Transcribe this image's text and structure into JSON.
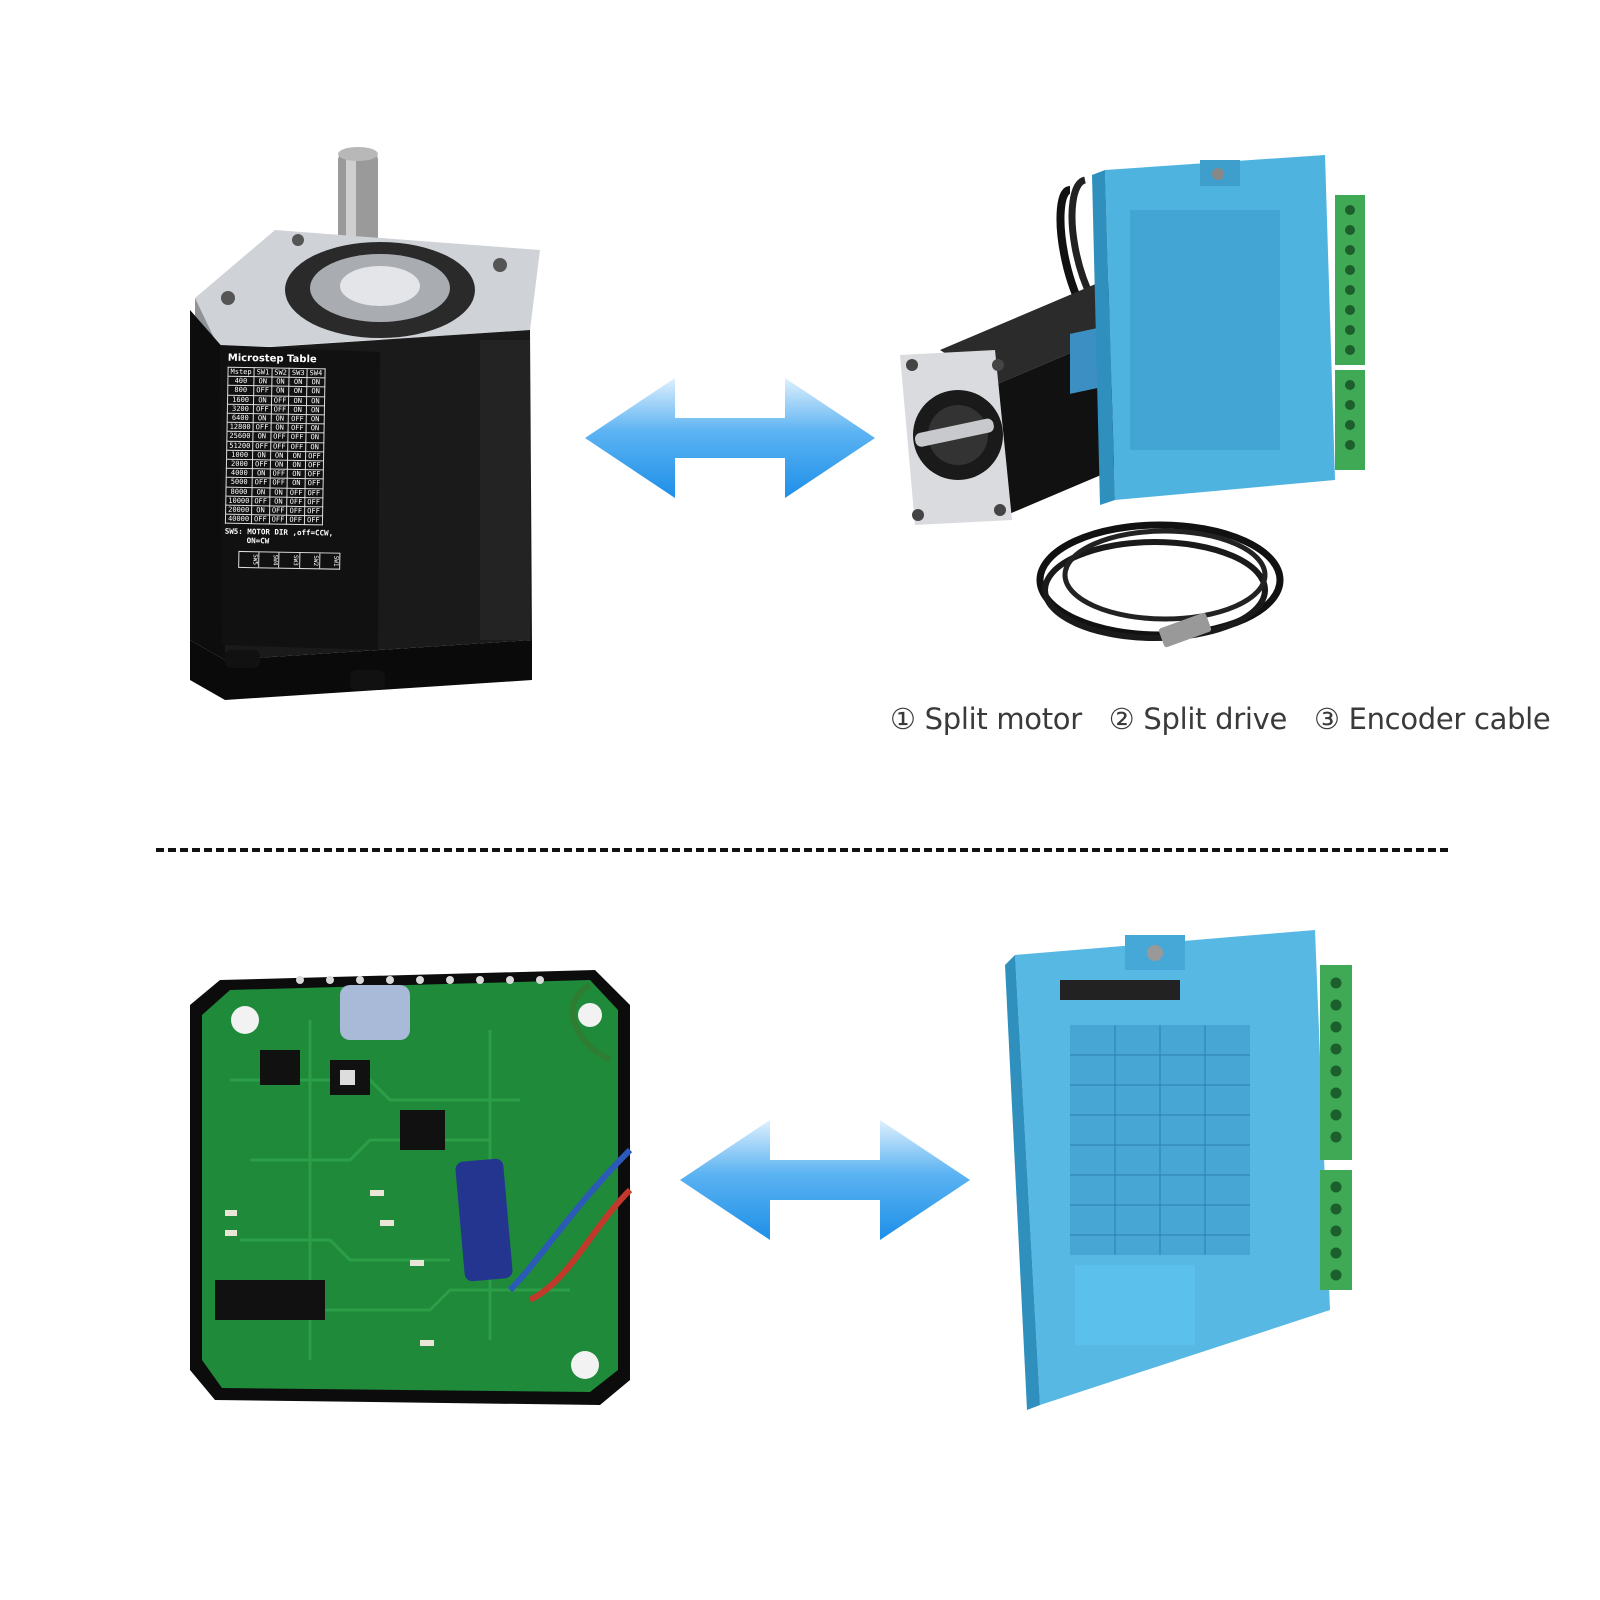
{
  "top": {
    "motor_label": {
      "title": "Microstep Table",
      "headers": [
        "Mstep",
        "SW1",
        "SW2",
        "SW3",
        "SW4"
      ],
      "rows": [
        [
          "400",
          "ON",
          "ON",
          "ON",
          "ON"
        ],
        [
          "800",
          "OFF",
          "ON",
          "ON",
          "ON"
        ],
        [
          "1600",
          "ON",
          "OFF",
          "ON",
          "ON"
        ],
        [
          "3200",
          "OFF",
          "OFF",
          "ON",
          "ON"
        ],
        [
          "6400",
          "ON",
          "ON",
          "OFF",
          "ON"
        ],
        [
          "12800",
          "OFF",
          "ON",
          "OFF",
          "ON"
        ],
        [
          "25600",
          "ON",
          "OFF",
          "OFF",
          "ON"
        ],
        [
          "51200",
          "OFF",
          "OFF",
          "OFF",
          "ON"
        ],
        [
          "1000",
          "ON",
          "ON",
          "ON",
          "OFF"
        ],
        [
          "2000",
          "OFF",
          "ON",
          "ON",
          "OFF"
        ],
        [
          "4000",
          "ON",
          "OFF",
          "ON",
          "OFF"
        ],
        [
          "5000",
          "OFF",
          "OFF",
          "ON",
          "OFF"
        ],
        [
          "8000",
          "ON",
          "ON",
          "OFF",
          "OFF"
        ],
        [
          "10000",
          "OFF",
          "ON",
          "OFF",
          "OFF"
        ],
        [
          "20000",
          "ON",
          "OFF",
          "OFF",
          "OFF"
        ],
        [
          "40000",
          "OFF",
          "OFF",
          "OFF",
          "OFF"
        ]
      ],
      "note_line1": "SW5: MOTOR DIR ,off=CCW,",
      "note_line2": "ON=CW",
      "switches": [
        "SW5",
        "SW4",
        "SW3",
        "SW2",
        "SW1"
      ]
    },
    "caption": {
      "item1": "① Split motor",
      "item2": "② Split drive",
      "item3": "③ Encoder cable"
    }
  },
  "colors": {
    "arrow": "#1e8fe8",
    "arrow_light": "#dff0fd",
    "driver_blue": "#4fb3e0",
    "pcb_green": "#1f8a3a",
    "motor_black": "#141414",
    "terminal_green": "#3fa955"
  },
  "icons": {
    "arrow": "double-headed-arrow-icon"
  }
}
